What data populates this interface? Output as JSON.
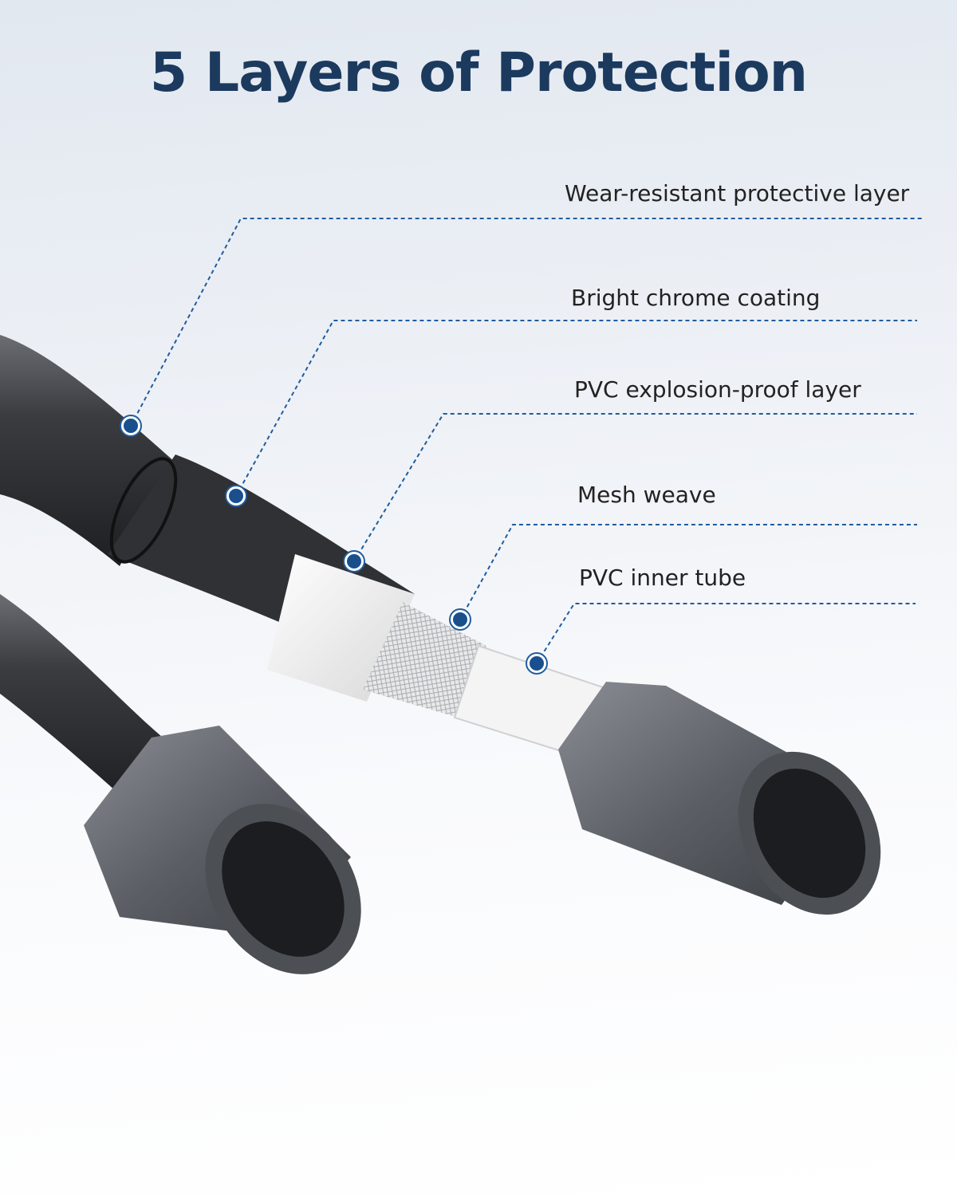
{
  "title": "5 Layers of Protection",
  "colors": {
    "title": "#1b3a5e",
    "label_text": "#222222",
    "leader_line": "#1f5c9e",
    "dot_fill": "#1a4f8e",
    "hose_dark": "#2a2c30",
    "hose_metal": "#5d6166",
    "layer_white": "#f2f2f2"
  },
  "layers": [
    {
      "label": "Wear-resistant protective layer"
    },
    {
      "label": "Bright chrome coating"
    },
    {
      "label": "PVC explosion-proof layer"
    },
    {
      "label": "Mesh weave"
    },
    {
      "label": "PVC inner tube"
    }
  ]
}
